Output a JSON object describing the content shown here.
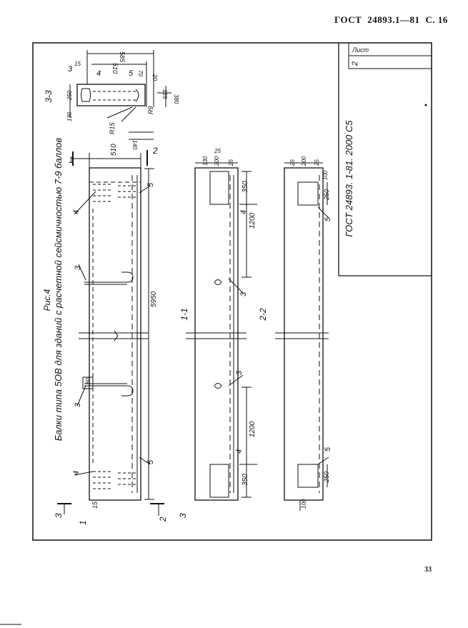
{
  "header": {
    "standard": "ГОСТ",
    "number": "24893.1—81",
    "page": "С. 16"
  },
  "figure": {
    "caption": "Рис.4",
    "title": "Балки типа 5ОВ для зданий с расчетной сейсмичностью 7-9 баллов",
    "sheet_label": "Лист",
    "sheet_number": "2",
    "code": "ГОСТ 24893. 1-81. 2000 С5",
    "sections": {
      "s11": "1-1",
      "s22": "2-2",
      "s33": "3-3"
    },
    "cut_marks": {
      "one": "1",
      "two": "2",
      "three": "3"
    },
    "callouts": {
      "c3": "3",
      "c4": "4",
      "c5": "5"
    },
    "dims": {
      "total_length": "5950",
      "height_510": "510",
      "offset_15": "15",
      "loop_80": "80",
      "d1200": "1200",
      "d350": "350",
      "d250": "250",
      "d200": "200",
      "d25": "25",
      "d130": "130",
      "d100": "100",
      "sec_585": "585",
      "sec_510": "510",
      "sec_70": "70",
      "sec_20": "20",
      "sec_125": "125",
      "sec_380": "380",
      "sec_250": "250",
      "sec_130": "130",
      "sec_15": "15",
      "sec_140": "140",
      "sec_r9": "R9",
      "sec_r15": "R15"
    }
  },
  "footer": {
    "page_number": "33"
  }
}
